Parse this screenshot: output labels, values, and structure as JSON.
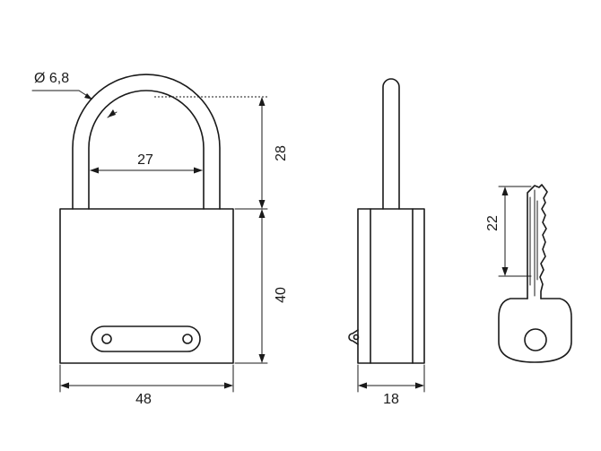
{
  "dimensions": {
    "shackle_diameter": "Ø 6,8",
    "shackle_inner_width": "27",
    "shackle_height": "28",
    "body_height": "40",
    "body_width": "48",
    "body_depth": "18",
    "key_blade_length": "22"
  }
}
